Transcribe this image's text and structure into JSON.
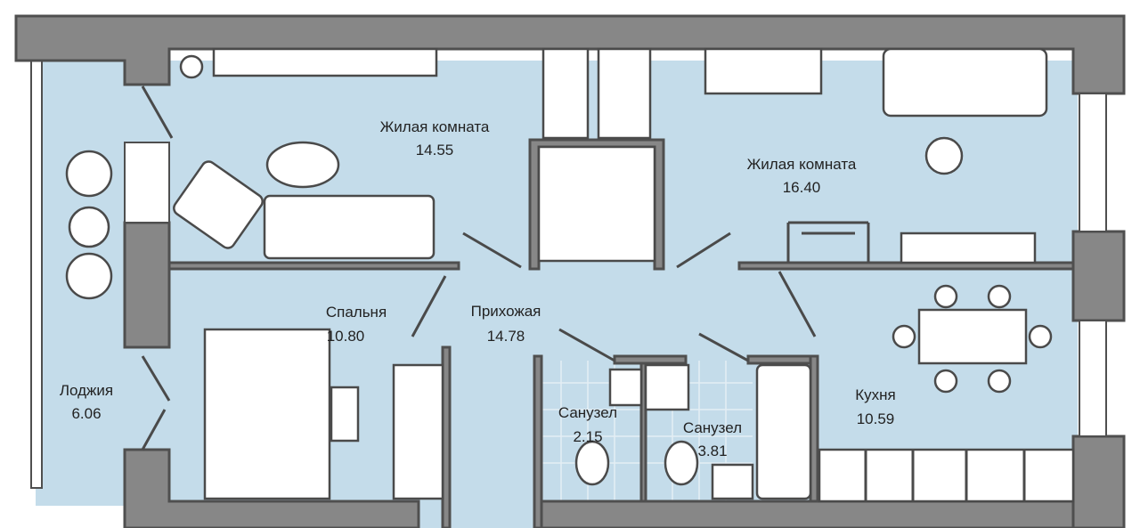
{
  "colors": {
    "floor": "#c4dcea",
    "wall": "#878787",
    "wall_outline": "#4f4f4f",
    "furniture": "#ffffff"
  },
  "rooms": [
    {
      "name": "Жилая комната",
      "area": "14.55"
    },
    {
      "name": "Жилая комната",
      "area": "16.40"
    },
    {
      "name": "Спальня",
      "area": "10.80"
    },
    {
      "name": "Прихожая",
      "area": "14.78"
    },
    {
      "name": "Лоджия",
      "area": "6.06"
    },
    {
      "name": "Санузел",
      "area": "2.15"
    },
    {
      "name": "Санузел",
      "area": "3.81"
    },
    {
      "name": "Кухня",
      "area": "10.59"
    }
  ]
}
